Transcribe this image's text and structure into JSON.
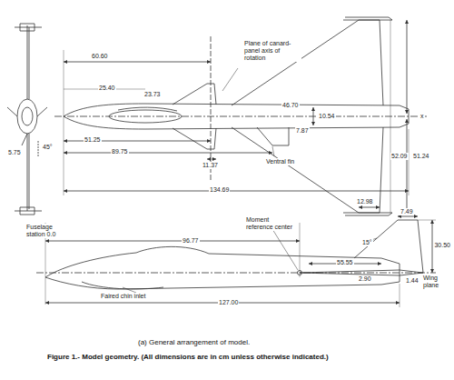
{
  "diagram": {
    "caption": "Figure 1.- Model geometry. (All dimensions are in cm unless otherwise indicated.)",
    "labels": [
      "60.60",
      "25.40",
      "Plane of canard-panel axis of rotation",
      "51.25",
      "89.75",
      "134.69",
      "46.70",
      "10.54",
      "7.87",
      "11.37",
      "23.73",
      "Ventral fin",
      "52.09",
      "51.24",
      "12.98",
      "x",
      "5.75",
      "45°",
      "Fuselage station 0.0",
      "96.77",
      "Moment reference center",
      "7.49",
      "15°",
      "30.50",
      "55.55",
      "2.90",
      "1.44",
      "Wing plane",
      "Faired chin inlet",
      "127.00",
      "(a) General arrangement of model."
    ]
  }
}
